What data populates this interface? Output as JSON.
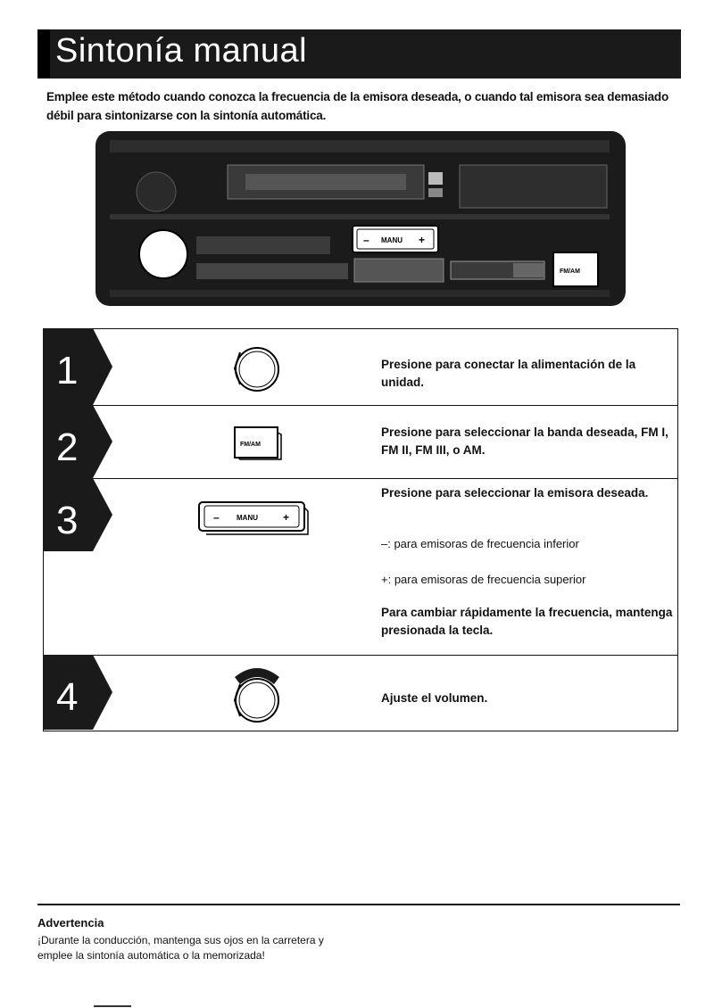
{
  "title": "Sintonía manual",
  "intro": "Emplee este método cuando conozca la frecuencia de la emisora deseada, o cuando tal emisora sea demasiado débil para sintonizarse con la sintonía automática.",
  "radio_labels": {
    "manu": "MANU",
    "minus": "–",
    "plus": "+",
    "fmam": "FM/AM"
  },
  "steps": [
    {
      "number": "1",
      "text": "Presione para conectar la alimentación de la unidad."
    },
    {
      "number": "2",
      "text": "Presione para seleccionar la banda deseada, FM I, FM II, FM III, o AM."
    },
    {
      "number": "3",
      "text": "Presione para seleccionar la emisora deseada.",
      "minus_note": "–: para emisoras de frecuencia inferior",
      "plus_note": "+: para emisoras de frecuencia superior",
      "hold_note": "Para cambiar rápidamente la frecuencia, mantenga presionada la tecla."
    },
    {
      "number": "4",
      "text": "Ajuste el volumen."
    }
  ],
  "warning": {
    "title": "Advertencia",
    "text": "¡Durante la conducción, mantenga sus ojos en la carretera y emplee la sintonía automática o la memorizada!"
  }
}
